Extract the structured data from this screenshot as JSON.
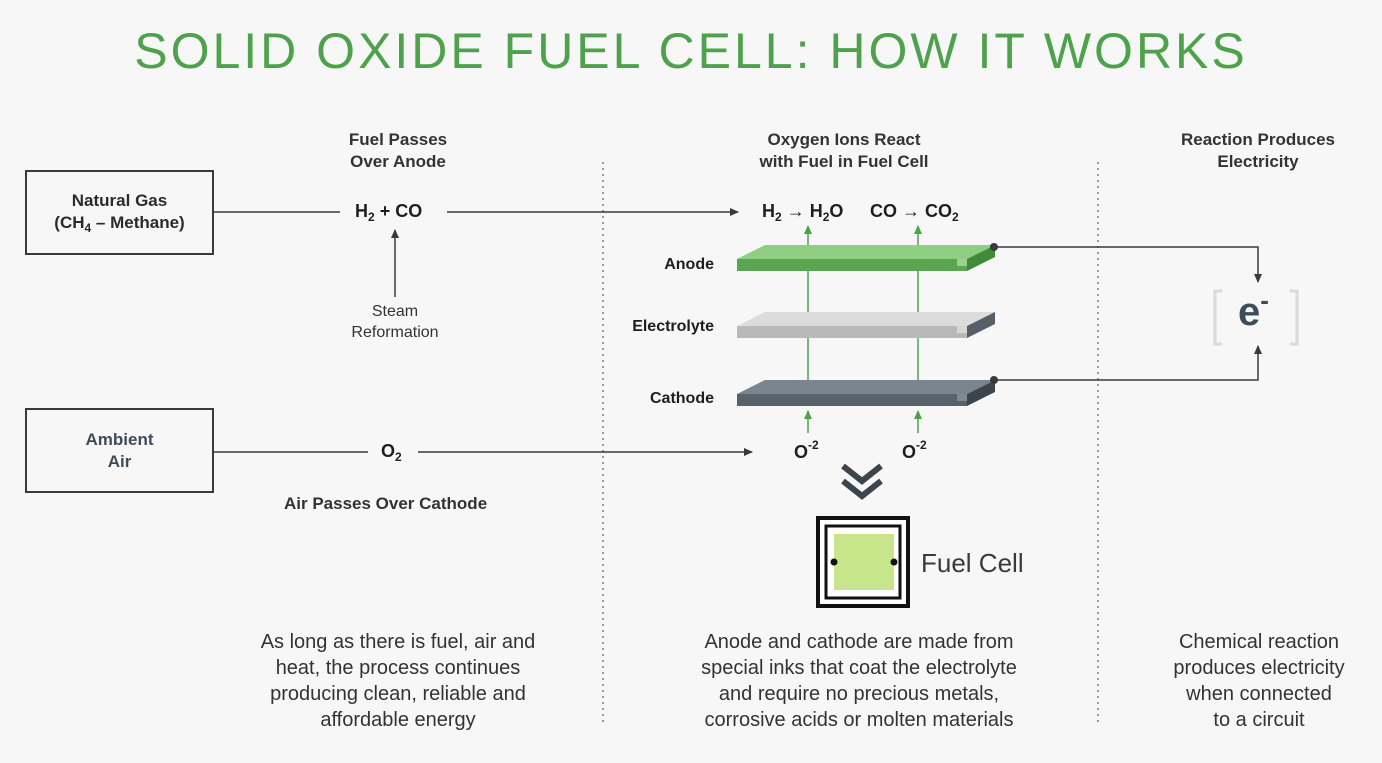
{
  "title": "SOLID OXIDE FUEL CELL: HOW IT WORKS",
  "headers": {
    "col1": [
      "Fuel Passes",
      "Over Anode"
    ],
    "col2": [
      "Oxygen Ions React",
      "with Fuel in Fuel Cell"
    ],
    "col3": [
      "Reaction Produces",
      "Electricity"
    ]
  },
  "inputs": {
    "natural_gas": {
      "line1": "Natural Gas",
      "line2_prefix": "(CH",
      "line2_sub": "4",
      "line2_suffix": " – Methane)"
    },
    "ambient_air": {
      "line1": "Ambient",
      "line2": "Air"
    }
  },
  "fuel_mix": {
    "h": "H",
    "sub": "2",
    "rest": " + CO"
  },
  "steam_reformation": [
    "Steam",
    "Reformation"
  ],
  "oxygen": {
    "o": "O",
    "sub": "2"
  },
  "air_caption": "Air Passes Over Cathode",
  "reactions": {
    "r1_h": "H",
    "r1_sub": "2",
    "r1_product": "H",
    "r1_product_sub": "2",
    "r1_product_rest": "O",
    "r2_co": "CO",
    "r2_product": "CO",
    "r2_product_sub": "2"
  },
  "layers": {
    "anode": "Anode",
    "electrolyte": "Electrolyte",
    "cathode": "Cathode"
  },
  "oxygen_ions": {
    "o": "O",
    "charge": "-2"
  },
  "electron": {
    "e": "e",
    "sup": "-"
  },
  "fuel_cell_label": "Fuel Cell",
  "paragraphs": {
    "left": [
      "As long as there is fuel, air and",
      "heat, the process continues",
      "producing clean, reliable and",
      "affordable energy"
    ],
    "middle": [
      "Anode and cathode are made from",
      "special inks that coat the electrolyte",
      "and require no precious metals,",
      "corrosive acids or molten materials"
    ],
    "right": [
      "Chemical reaction",
      "produces electricity",
      "when connected",
      "to a circuit"
    ]
  },
  "colors": {
    "accent_green": "#4ea24b",
    "anode": "#5aa54f",
    "electrolyte": "#c8c8c8",
    "cathode": "#58626b",
    "fuel_cell_fill": "#c7e58a"
  }
}
